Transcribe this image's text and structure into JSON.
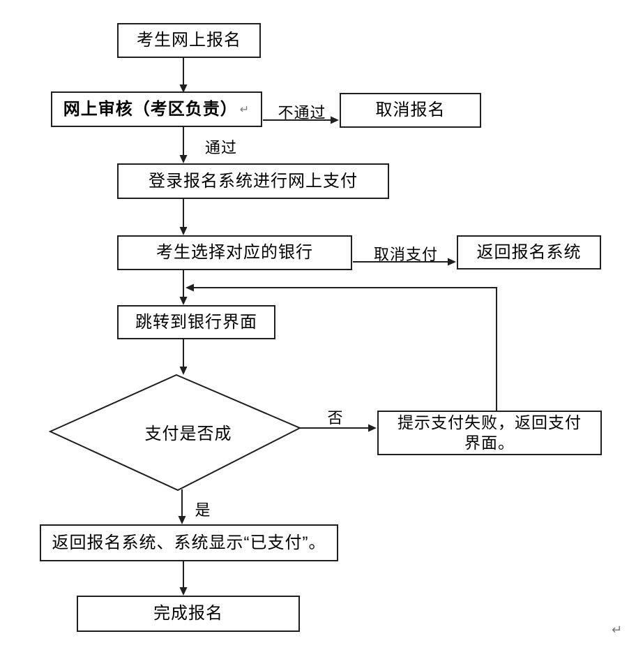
{
  "colors": {
    "line": "#1f1f1f",
    "text": "#000000",
    "return_mark": "#7a7a7a",
    "page_bg": "#ffffff"
  },
  "flowchart": {
    "nodes": {
      "register": "考生网上报名",
      "review": "网上审核（考区负责）",
      "review_return_mark": "↵",
      "cancel_register": "取消报名",
      "login_pay": "登录报名系统进行网上支付",
      "select_bank": "考生选择对应的银行",
      "return_system": "返回报名系统",
      "bank_page": "跳转到银行界面",
      "decision": "支付是否成",
      "pay_fail": "提示支付失败，返回支付界面。",
      "paid": "返回报名系统、系统显示“已支付”。",
      "complete": "完成报名"
    },
    "edge_labels": {
      "not_pass": "不通过",
      "pass": "通过",
      "cancel_pay": "取消支付",
      "no": "否",
      "yes": "是"
    },
    "trailing_return_mark": "↵"
  }
}
